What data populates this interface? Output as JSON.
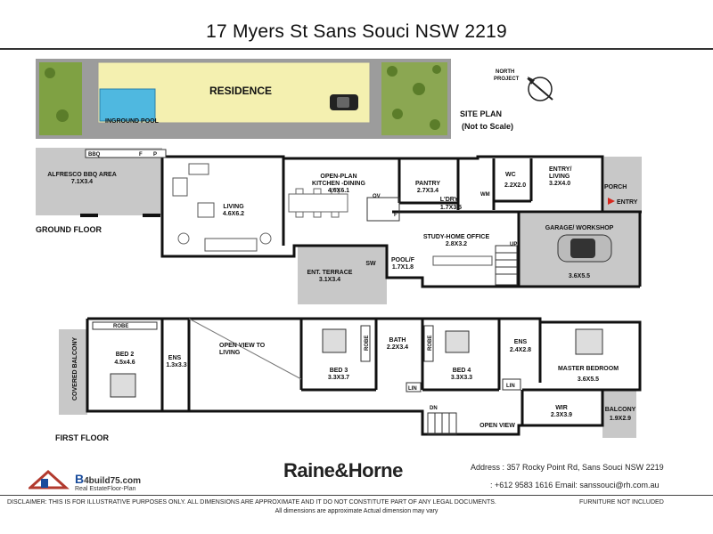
{
  "header": {
    "title": "17 Myers St Sans Souci NSW 2219"
  },
  "site_plan": {
    "residence": "RESIDENCE",
    "pool": "INGROUND POOL",
    "title_line1": "SITE PLAN",
    "title_line2": "(Not to Scale)",
    "north_line1": "NORTH",
    "north_line2": "PROJECT"
  },
  "ground_floor": {
    "heading": "GROUND FLOOR",
    "fixtures": {
      "bbq": "BBQ",
      "f": "F",
      "p": "P",
      "ov": "OV",
      "f2": "F",
      "wm": "WM",
      "up": "UP"
    },
    "rooms": [
      {
        "key": "alfresco",
        "name": "ALFRESCO BBQ AREA",
        "dims": "7.1X3.4"
      },
      {
        "key": "living",
        "name": "LIVING",
        "dims": "4.6X6.2"
      },
      {
        "key": "kitchen",
        "name": "OPEN-PLAN",
        "name2": "KITCHEN -DINING",
        "dims": "4.6X6.1"
      },
      {
        "key": "pantry",
        "name": "PANTRY",
        "dims": "2.7X3.4"
      },
      {
        "key": "ldry",
        "name": "L'DRY",
        "dims": "1.7X3.5"
      },
      {
        "key": "wc",
        "name": "WC",
        "dims": "2.2X2.0"
      },
      {
        "key": "entry",
        "name": "ENTRY/",
        "name2": "LIVING",
        "dims": "3.2X4.0"
      },
      {
        "key": "porch",
        "name": "PORCH"
      },
      {
        "key": "entry_arrow",
        "name": "ENTRY"
      },
      {
        "key": "study",
        "name": "STUDY-HOME OFFICE",
        "dims": "2.8X3.2"
      },
      {
        "key": "garage",
        "name": "GARAGE/ WORKSHOP",
        "dims": "3.6X5.5"
      },
      {
        "key": "pool_f",
        "name": "POOL/F",
        "dims": "1.7X1.8"
      },
      {
        "key": "sw",
        "name": "SW"
      },
      {
        "key": "terrace",
        "name": "ENT. TERRACE",
        "dims": "3.1X3.4"
      }
    ]
  },
  "first_floor": {
    "heading": "FIRST FLOOR",
    "fixtures": {
      "robe": "ROBE",
      "robe2": "ROBE",
      "robe3": "ROBE",
      "lin": "LIN",
      "lin2": "LIN",
      "dn": "DN"
    },
    "rooms": [
      {
        "key": "balcony_cov",
        "name": "COVERED BALCONY"
      },
      {
        "key": "bed2",
        "name": "BED 2",
        "dims": "4.5x4.6"
      },
      {
        "key": "ens1",
        "name": "ENS",
        "dims": "1.3x3.3"
      },
      {
        "key": "openview",
        "name": "OPEN VIEW TO",
        "name2": "LIVING"
      },
      {
        "key": "bed3",
        "name": "BED 3",
        "dims": "3.3X3.7"
      },
      {
        "key": "bath",
        "name": "BATH",
        "dims": "2.2X3.4"
      },
      {
        "key": "bed4",
        "name": "BED 4",
        "dims": "3.3X3.3"
      },
      {
        "key": "ens2",
        "name": "ENS",
        "dims": "2.4X2.8"
      },
      {
        "key": "master",
        "name": "MASTER BEDROOM",
        "dims": "3.6X5.5"
      },
      {
        "key": "wir",
        "name": "WIR",
        "dims": "2.3X3.9"
      },
      {
        "key": "balcony",
        "name": "BALCONY",
        "dims": "1.9X2.9"
      },
      {
        "key": "openview2",
        "name": "OPEN VIEW"
      }
    ]
  },
  "footer": {
    "logo_b": "B",
    "logo_rest": "4build75.com",
    "logo_sub": "Real EstateFloor-Plan",
    "brand": "Raine&Horne",
    "address": "Address : 357 Rocky Point Rd, Sans Souci NSW 2219",
    "contact": ": +612 9583 1616  Email: sanssouci@rh.com.au",
    "disclaimer": "DISCLAIMER: THIS IS FOR ILLUSTRATIVE PURPOSES ONLY. ALL DIMENSIONS ARE APPROXIMATE AND IT DO NOT CONSTITUTE PART OF ANY LEGAL DOCUMENTS.",
    "furniture": "FURNITURE NOT INCLUDED",
    "disclaimer2": "All dimensions are approximate Actual dimension may vary"
  },
  "colors": {
    "wall": "#111111",
    "grey_area": "#c8c8c8",
    "lawn": "#8aa84a",
    "residence": "#f4f0b0",
    "pool": "#4fb8e0",
    "paving": "#9c9c9c",
    "entry_arrow": "#d6281e"
  }
}
